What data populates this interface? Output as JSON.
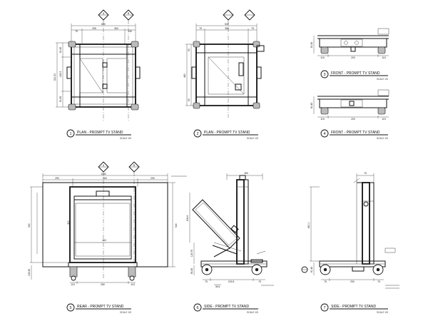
{
  "sheet": {
    "views": [
      {
        "num": "1",
        "title": "PLAN - PROMPT TV STAND",
        "scale": "SCALE 1/5"
      },
      {
        "num": "2",
        "title": "PLAN - PROMPT TV STAND",
        "scale": "SCALE 1/5"
      },
      {
        "num": "3",
        "title": "FRONT - PROMPT TV STAND",
        "scale": "SCALE 1/5"
      },
      {
        "num": "4",
        "title": "FRONT - PROMPT TV STAND",
        "scale": "SCALE 1/5"
      },
      {
        "num": "5",
        "title": "REAR - PROMPT TV STAND",
        "scale": "SCALE 1/5"
      },
      {
        "num": "6",
        "title": "SIDE - PROMPT TV STAND",
        "scale": "SCALE 1/5"
      },
      {
        "num": "7",
        "title": "SIDE - PROMPT TV STAND",
        "scale": "SCALE 1/5"
      }
    ]
  },
  "markers": {
    "plan1": [
      "A",
      "B"
    ],
    "rear5": [
      "A",
      "B"
    ]
  },
  "dims": {
    "plan1": {
      "overall": "680",
      "left": "255",
      "right": "360",
      "col_a": "75",
      "col_b": "130",
      "v_top": "90.45",
      "v_mid": "421.50",
      "v_low": "145.5",
      "v_bot": "90.45"
    },
    "plan2": {
      "overall": "530",
      "a": "75",
      "b": "380",
      "c": "75",
      "v_main": "480",
      "v_top": "90",
      "v_bot": "90"
    },
    "front3": {
      "left": "115",
      "mid": "200",
      "right": "115",
      "h": "90.45"
    },
    "front4": {
      "left": "115",
      "mid": "200",
      "right": "115",
      "h": "90.45"
    },
    "rear5": {
      "overall": "1140",
      "left": "290",
      "mid": "560",
      "right": "290",
      "h_main": "540",
      "h_inner": "400",
      "inner_w": "460",
      "b1": "115",
      "b2": "280",
      "b3": "115",
      "h_low": "145.45",
      "h_side": "540"
    },
    "side6": {
      "top": "280",
      "a": "75",
      "b": "215.8",
      "c": "75",
      "h1": "306.6",
      "h2": "125.75",
      "h3": "95.45",
      "offset": "35.5"
    },
    "side7": {
      "top": "75",
      "base": "290",
      "a": "75",
      "b": "75",
      "h_main": "450.1",
      "h_low": "90.45"
    }
  }
}
